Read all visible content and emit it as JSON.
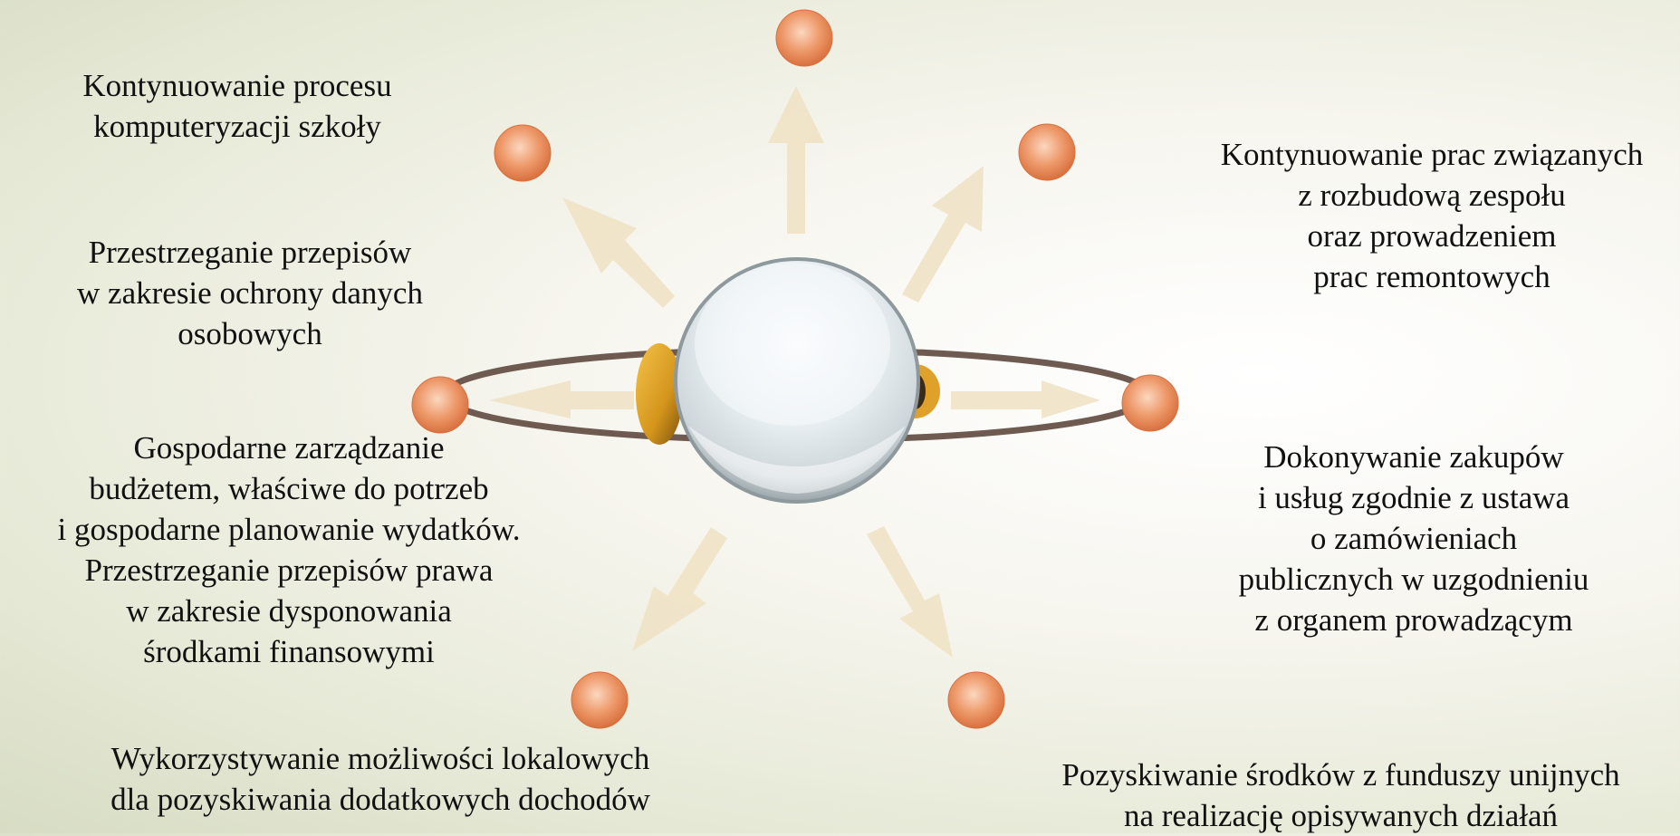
{
  "center": {
    "name": ""
  },
  "colors": {
    "node_fill": "#e8895a",
    "arrow_fill": "#efe2c3",
    "orbit_stroke": "#6e5a50",
    "ring_gold": "#d99e1a",
    "sphere": "#e8eef0"
  },
  "nodes": [
    {
      "id": "top",
      "lines": []
    },
    {
      "id": "upper-left",
      "lines": [
        "Kontynuowanie procesu",
        "komputeryzacji szkoły"
      ]
    },
    {
      "id": "upper-right",
      "lines": [
        "Kontynuowanie prac związanych",
        "z rozbudową zespołu",
        "oraz prowadzeniem",
        "prac remontowych"
      ]
    },
    {
      "id": "left",
      "lines": [
        "Przestrzeganie przepisów",
        "w zakresie ochrony danych",
        "osobowych"
      ]
    },
    {
      "id": "right",
      "lines": [
        "Dokonywanie zakupów",
        "i usług zgodnie  z ustawa",
        "o zamówieniach",
        "publicznych w uzgodnieniu",
        "z organem prowadzącym"
      ]
    },
    {
      "id": "lower-left-a",
      "lines": [
        "Gospodarne zarządzanie",
        "budżetem, właściwe do potrzeb",
        "i gospodarne planowanie wydatków.",
        "Przestrzeganie przepisów prawa",
        "w zakresie dysponowania",
        "środkami finansowymi"
      ]
    },
    {
      "id": "lower-left-b",
      "lines": [
        "Wykorzystywanie możliwości lokalowych",
        "dla pozyskiwania dodatkowych dochodów"
      ]
    },
    {
      "id": "lower-right",
      "lines": [
        "Pozyskiwanie środków z funduszy unijnych",
        "na realizację opisywanych działań"
      ]
    }
  ]
}
